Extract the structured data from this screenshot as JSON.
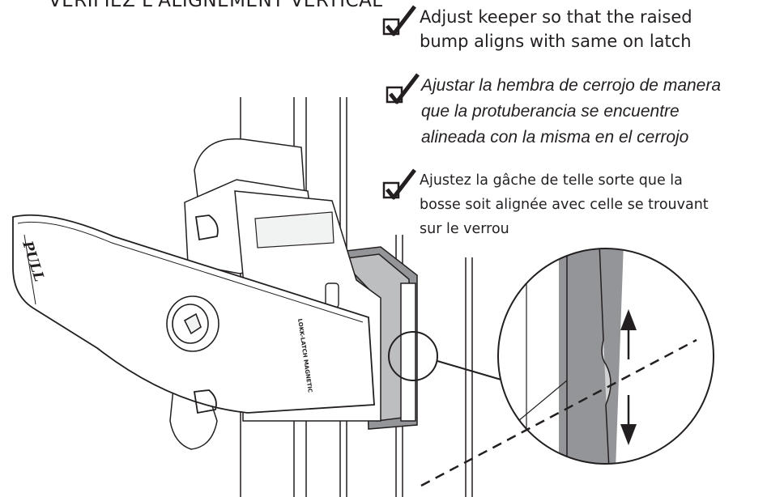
{
  "heading": "VERIFIEZ L'ALIGNEMENT VERTICAL",
  "instructions": [
    {
      "lang": "en",
      "line1": "Adjust keeper so that the raised",
      "line2": "bump aligns with same on latch"
    },
    {
      "lang": "es",
      "line1": "Ajustar la hembra de cerrojo de manera",
      "line2": "que la protuberancia se encuentre",
      "line3": "alineada con la misma en el cerrojo"
    },
    {
      "lang": "fr",
      "line1": "Ajustez la gâche de telle sorte que la",
      "line2": "bosse soit alignée avec celle se trouvant",
      "line3": "sur le verrou"
    }
  ],
  "device": {
    "handle_label": "PULL",
    "brand_label": "LOKK-LATCH MAGNETIC"
  },
  "colors": {
    "line": "#231f20",
    "keeper_gray": "#939598",
    "light_gray": "#d1d3d4"
  },
  "icons": [
    "checkbox-check-icon",
    "arrow-up-icon",
    "arrow-down-icon"
  ]
}
